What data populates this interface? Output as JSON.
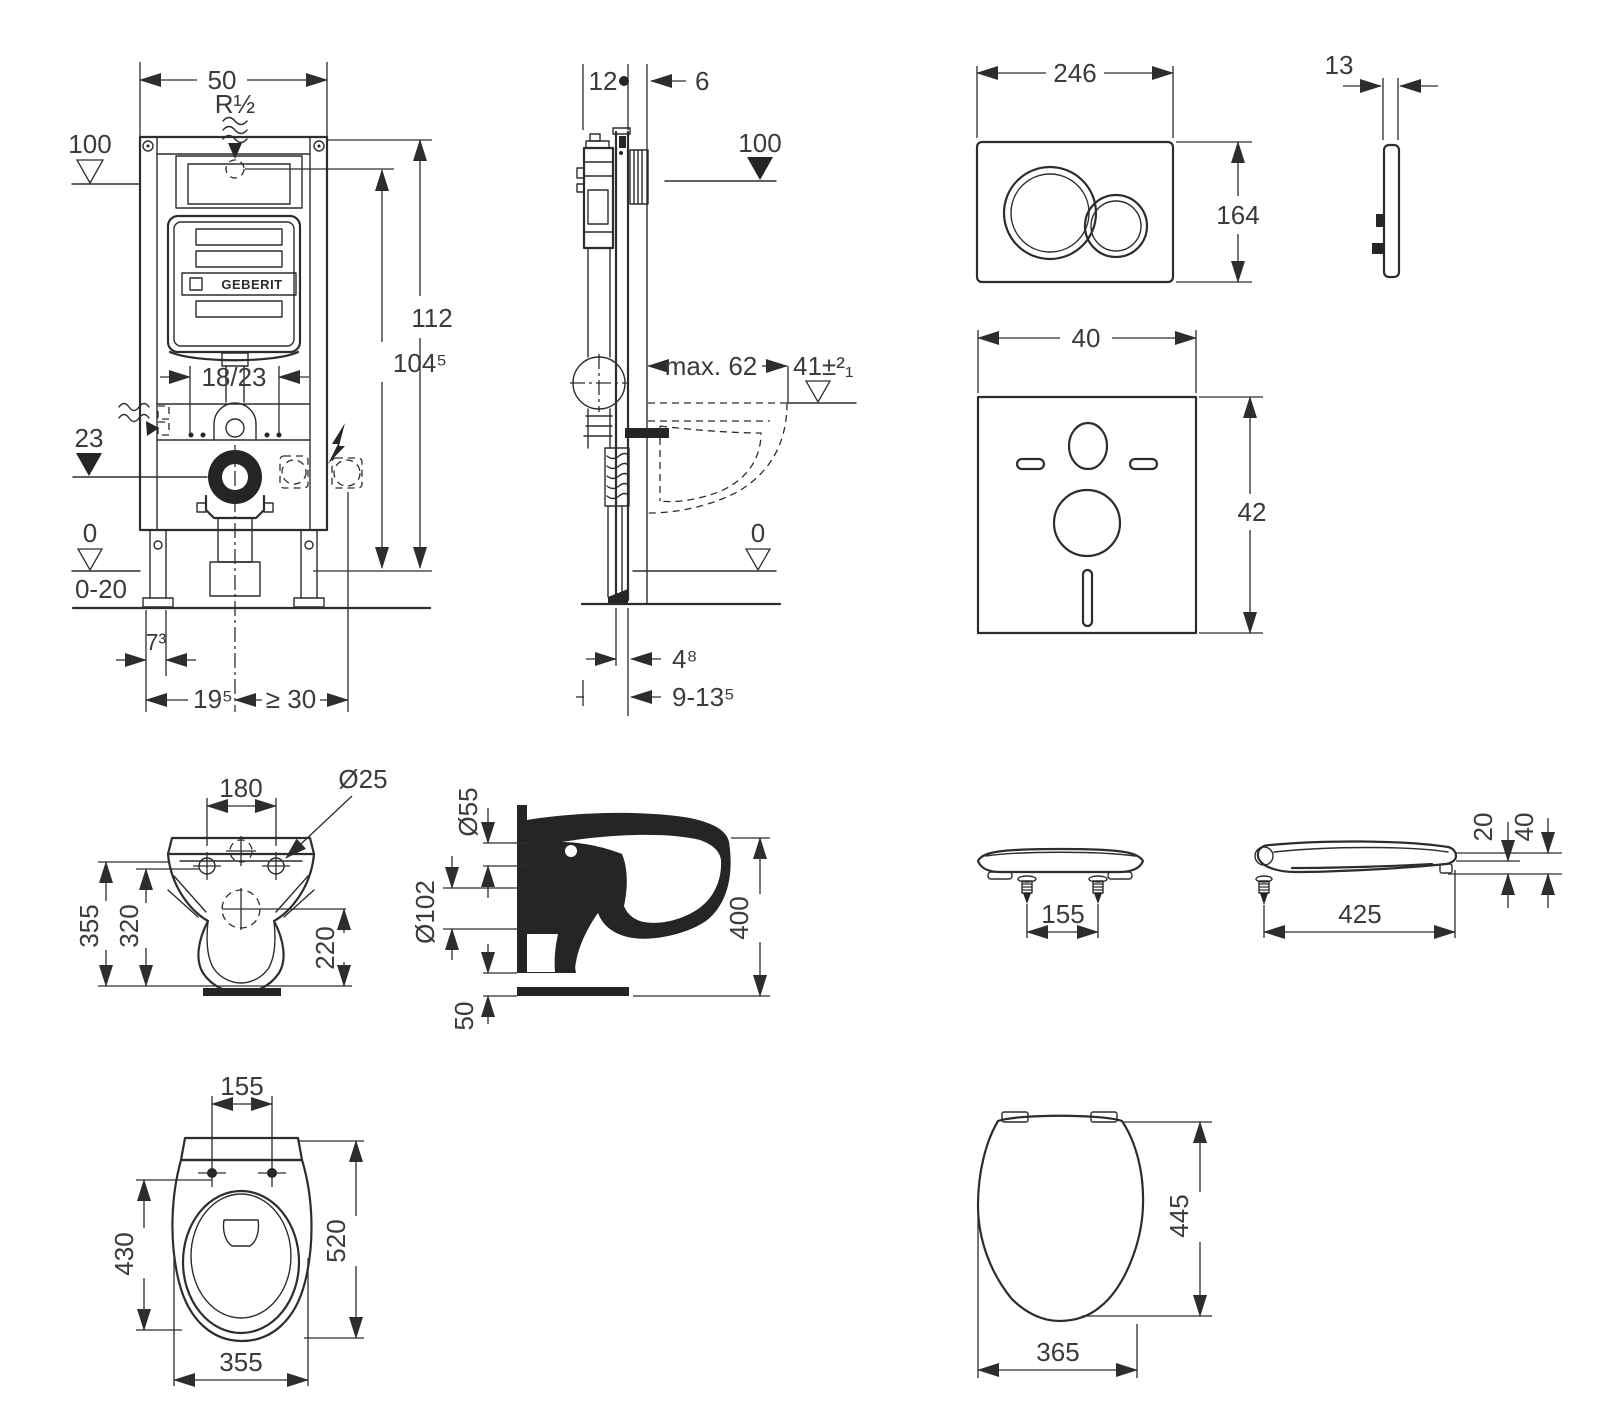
{
  "page": {
    "background": "#ffffff",
    "line_color": "#2d2d2d",
    "label_color": "#3b3b3b"
  },
  "brand": "GEBERIT",
  "frame_front": {
    "width": "50",
    "thread": "R½",
    "datum_top": "100",
    "height_total": "112",
    "height_inner": "104⁵",
    "supply": "18/23",
    "drain_height": "23",
    "floor_zero": "0",
    "floor_range": "0-20",
    "offset_rail": "7³",
    "offset_drain": "19⁵",
    "offset_min": "≥ 30"
  },
  "frame_side": {
    "depth_rail": "12",
    "depth_plate": "6",
    "datum_top": "100",
    "depth_max": "max. 62",
    "rim_height": "41±²₁",
    "floor_zero": "0",
    "offset_wall": "4⁸",
    "offset_range": "9-13⁵"
  },
  "flush_plate": {
    "width": "246",
    "height": "164",
    "depth": "13"
  },
  "sound_mat": {
    "width": "40",
    "height": "42"
  },
  "bowl_front": {
    "hole_spacing": "180",
    "hole_dia": "Ø25",
    "height_total": "355",
    "height_inner": "320",
    "drain_height": "220"
  },
  "bowl_side": {
    "inlet_dia": "Ø55",
    "outlet_dia": "Ø102",
    "height": "400",
    "base": "50"
  },
  "seat_profile": {
    "bolt_spacing": "155",
    "length": "425",
    "thickness": "20",
    "height": "40"
  },
  "bowl_top": {
    "hole_spacing": "155",
    "bowl_length": "430",
    "length": "520",
    "width": "355"
  },
  "seat_top": {
    "length": "445",
    "width": "365"
  }
}
